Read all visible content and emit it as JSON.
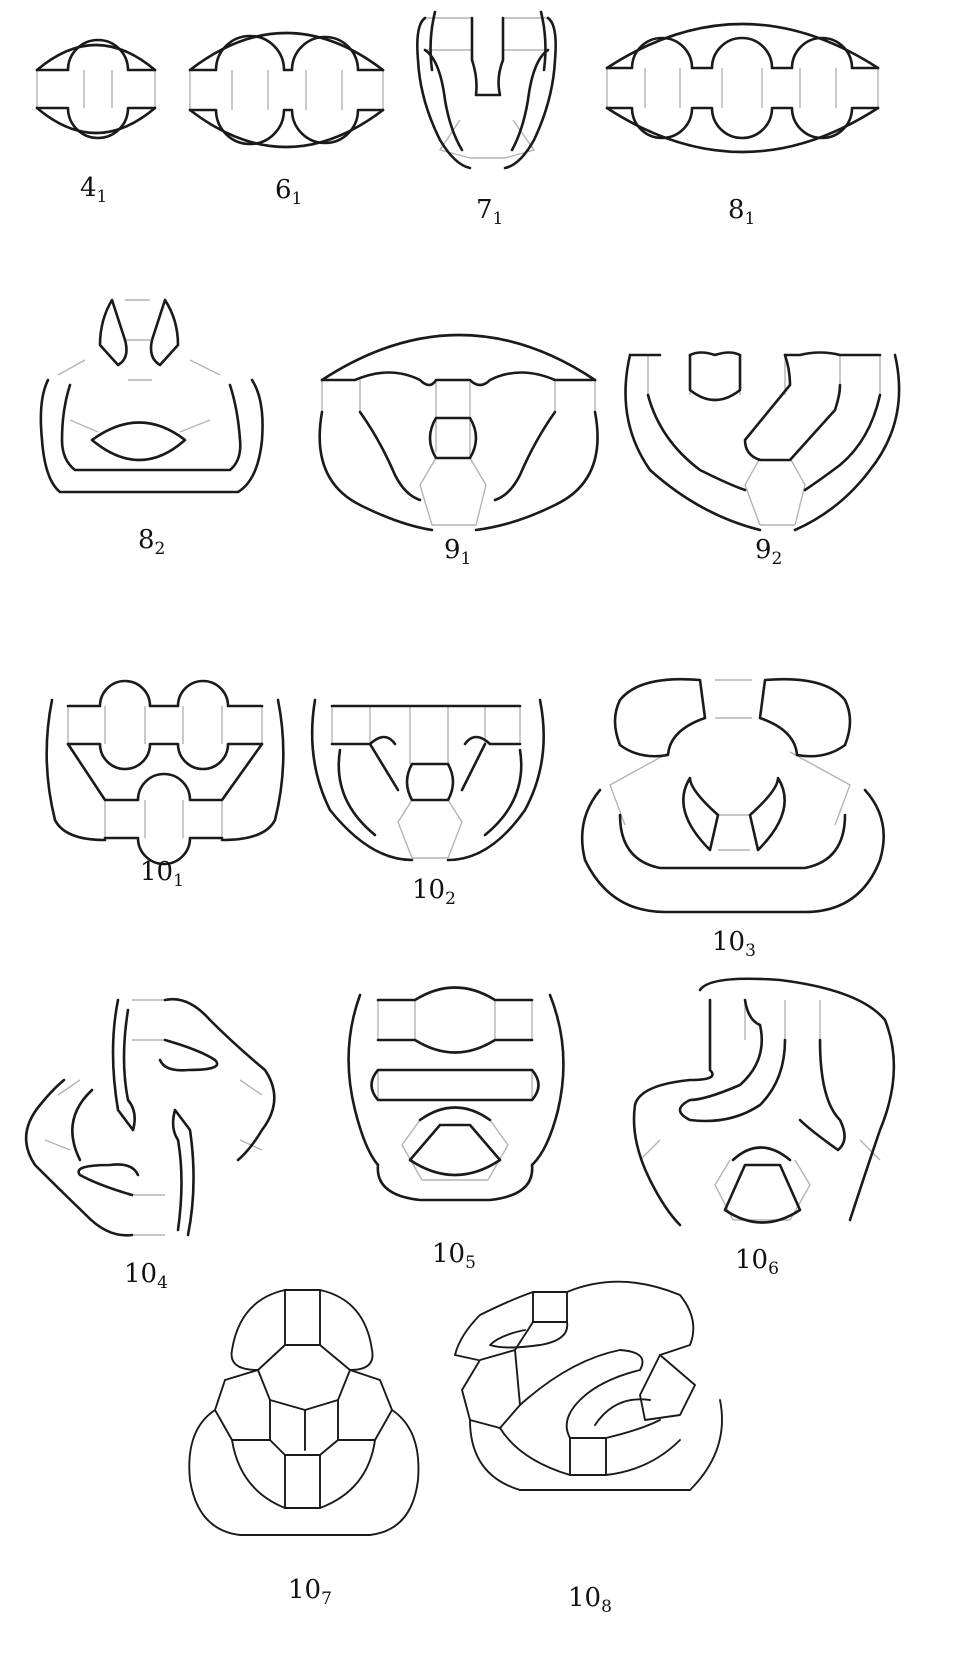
{
  "figure": {
    "items": [
      {
        "id": "4_1",
        "base": "4",
        "sub": "1"
      },
      {
        "id": "6_1",
        "base": "6",
        "sub": "1"
      },
      {
        "id": "7_1",
        "base": "7",
        "sub": "1"
      },
      {
        "id": "8_1",
        "base": "8",
        "sub": "1"
      },
      {
        "id": "8_2",
        "base": "8",
        "sub": "2"
      },
      {
        "id": "9_1",
        "base": "9",
        "sub": "1"
      },
      {
        "id": "9_2",
        "base": "9",
        "sub": "2"
      },
      {
        "id": "10_1",
        "base": "10",
        "sub": "1"
      },
      {
        "id": "10_2",
        "base": "10",
        "sub": "2"
      },
      {
        "id": "10_3",
        "base": "10",
        "sub": "3"
      },
      {
        "id": "10_4",
        "base": "10",
        "sub": "4"
      },
      {
        "id": "10_5",
        "base": "10",
        "sub": "5"
      },
      {
        "id": "10_6",
        "base": "10",
        "sub": "6"
      },
      {
        "id": "10_7",
        "base": "10",
        "sub": "7"
      },
      {
        "id": "10_8",
        "base": "10",
        "sub": "8"
      }
    ],
    "colors": {
      "thick_line": "#1a1a1a",
      "thin_line": "#b4b4b4",
      "background": "#ffffff"
    }
  }
}
